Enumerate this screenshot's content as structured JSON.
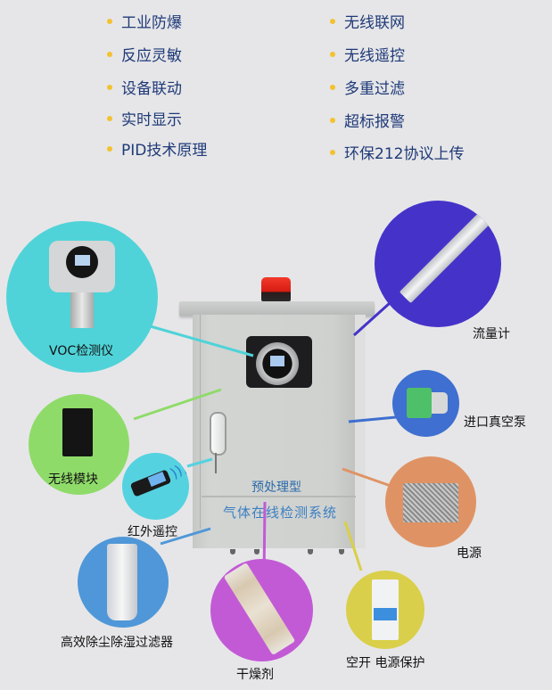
{
  "features": {
    "left": [
      "工业防爆",
      "反应灵敏",
      "设备联动",
      "实时显示",
      "PID技术原理"
    ],
    "right": [
      "无线联网",
      "无线遥控",
      "多重过滤",
      "超标报警",
      "环保212协议上传"
    ],
    "bullet_color": "#f2c230",
    "text_color": "#1f3a78"
  },
  "cabinet": {
    "label_line1": "预处理型",
    "label_line2": "气体在线检测系统"
  },
  "components": [
    {
      "id": "voc",
      "label": "VOC检测仪",
      "color": "#4fd3d8",
      "icon": "gas-detector-icon"
    },
    {
      "id": "wireless-module",
      "label": "无线模块",
      "color": "#8fdb6a",
      "icon": "wireless-module-icon"
    },
    {
      "id": "ir-remote",
      "label": "红外遥控",
      "color": "#55d2e0",
      "icon": "remote-control-icon"
    },
    {
      "id": "filter",
      "label": "高效除尘除湿过滤器",
      "color": "#4f97d8",
      "icon": "filter-icon"
    },
    {
      "id": "desiccant",
      "label": "干燥剂",
      "color": "#c25ad6",
      "icon": "desiccant-tube-icon"
    },
    {
      "id": "breaker",
      "label": "空开  电源保护",
      "color": "#d9cf4a",
      "icon": "circuit-breaker-icon"
    },
    {
      "id": "power",
      "label": "电源",
      "color": "#df9364",
      "icon": "power-supply-icon"
    },
    {
      "id": "pump",
      "label": "进口真空泵",
      "color": "#3f6fd0",
      "icon": "vacuum-pump-icon"
    },
    {
      "id": "flowmeter",
      "label": "流量计",
      "color": "#4533c9",
      "icon": "flowmeter-icon"
    }
  ]
}
